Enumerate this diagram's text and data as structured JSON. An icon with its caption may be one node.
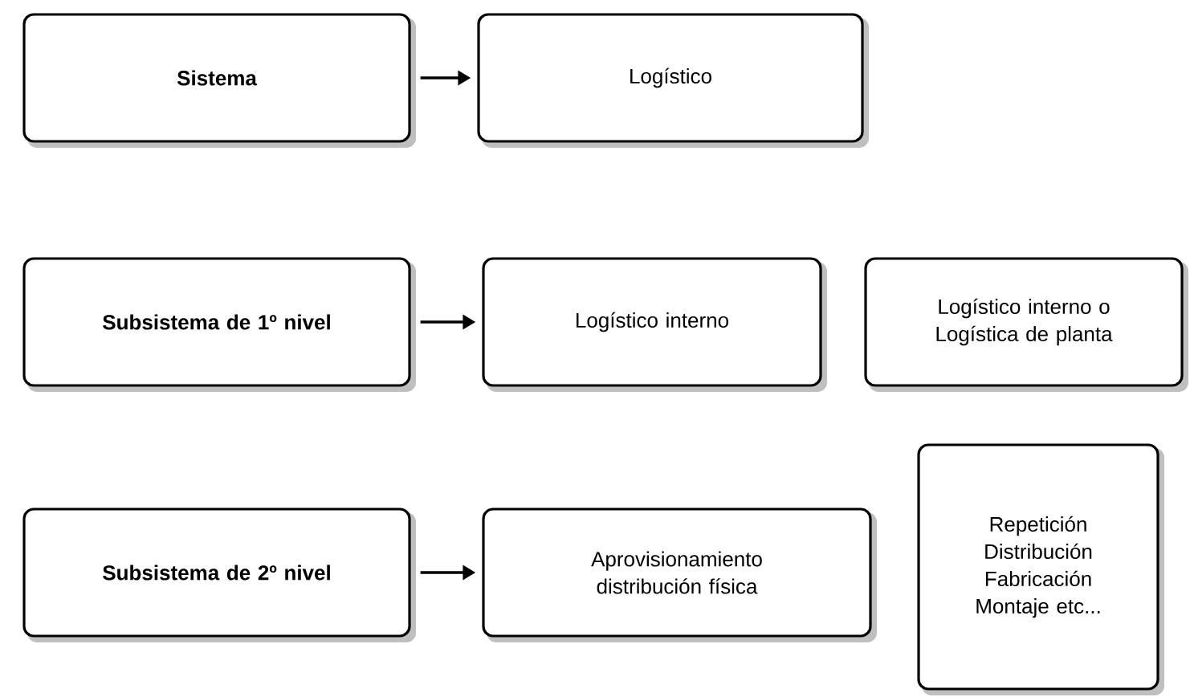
{
  "diagram": {
    "nodes": [
      {
        "text": [
          "Sistema"
        ]
      },
      {
        "text": [
          "Logístico"
        ]
      },
      {
        "text": [
          "Subsistema de 1º nivel"
        ]
      },
      {
        "text": [
          "Logístico interno"
        ]
      },
      {
        "text": [
          "Logístico interno o Logística de planta"
        ]
      },
      {
        "text": [
          "Subsistema de 2º nivel"
        ]
      },
      {
        "text": [
          "Aprovisionamiento distribución física"
        ]
      },
      {
        "text": [
          "Repetición Distribución Fabricación Montaje etc..."
        ]
      }
    ],
    "edges": [
      {
        "from": 0,
        "to": 1,
        "arrow": "to"
      },
      {
        "from": 2,
        "to": 3,
        "arrow": "to"
      },
      {
        "from": 5,
        "to": 6,
        "arrow": "to"
      }
    ]
  }
}
